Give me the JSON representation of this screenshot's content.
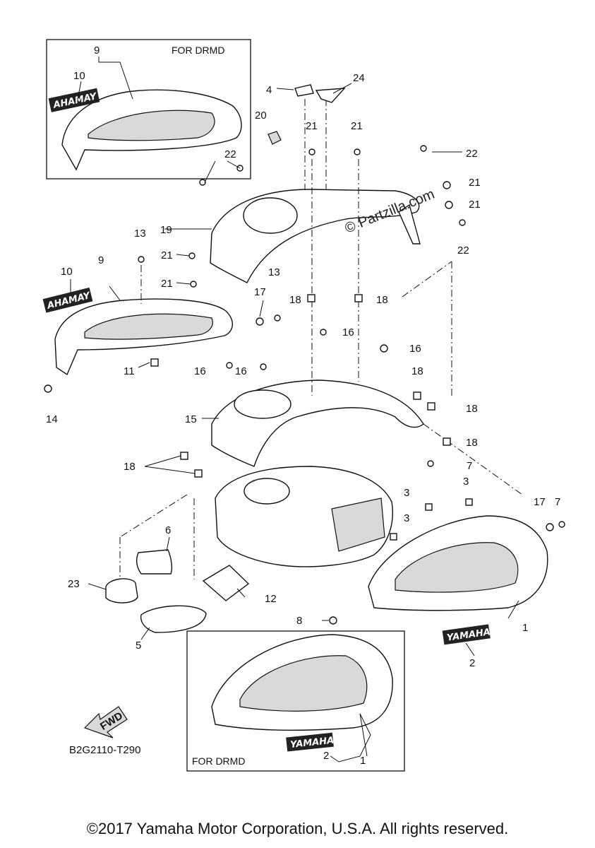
{
  "insets": {
    "top_left_title": "FOR DRMD",
    "bottom_title": "FOR DRMD"
  },
  "watermark": "© Partzilla.com",
  "drawing_code": "B2G2110-T290",
  "fwd_label": "FWD",
  "decals": {
    "ahamay_inset": "AHAMAY",
    "ahamay_main": "AHAMAY",
    "yamaha_main": "YAMAHA",
    "yamaha_inset": "YAMAHA"
  },
  "callouts": [
    "9",
    "10",
    "24",
    "4",
    "20",
    "21",
    "21",
    "22",
    "22",
    "21",
    "21",
    "13",
    "19",
    "21",
    "21",
    "22",
    "10",
    "9",
    "13",
    "17",
    "18",
    "18",
    "16",
    "16",
    "11",
    "16",
    "16",
    "14",
    "18",
    "15",
    "18",
    "18",
    "18",
    "7",
    "3",
    "3",
    "17",
    "7",
    "6",
    "3",
    "23",
    "12",
    "8",
    "1",
    "2",
    "5",
    "2",
    "1"
  ],
  "copyright": "©2017 Yamaha Motor Corporation, U.S.A. All rights reserved."
}
